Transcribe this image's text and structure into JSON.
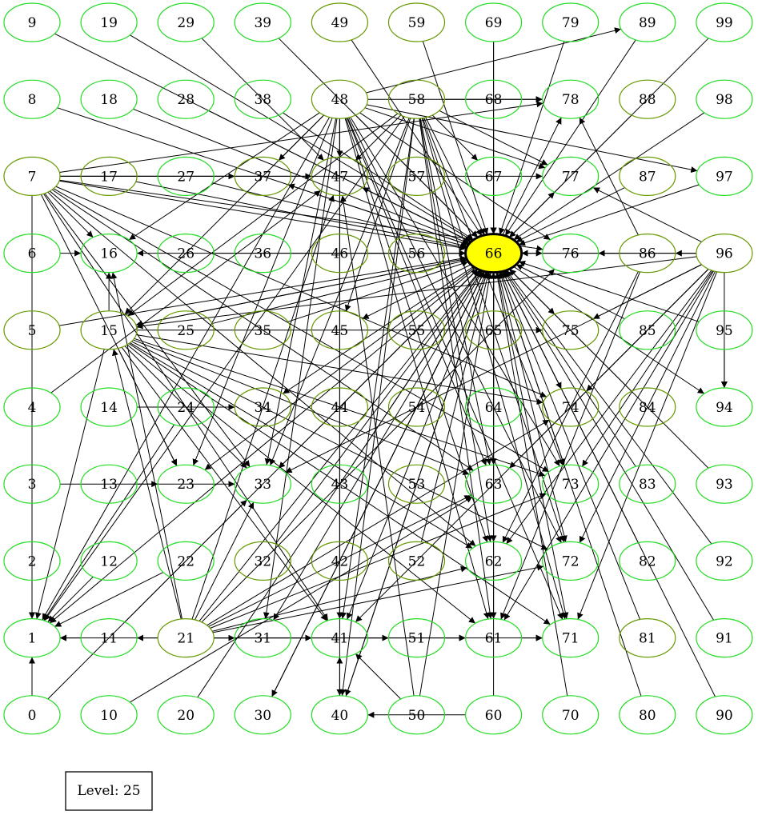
{
  "level_box": {
    "label": "Level: 25"
  },
  "colors": {
    "node_bright": "#22dd22",
    "node_olive": "#669900",
    "highlight_fill": "#ffff00",
    "edge": "#000000"
  },
  "grid": {
    "cols": 10,
    "rows": 10
  },
  "highlight_node": "66",
  "olive_nodes": [
    "59",
    "49",
    "88",
    "87",
    "7",
    "5",
    "17",
    "37",
    "47",
    "57",
    "15",
    "45",
    "35",
    "55",
    "65",
    "75",
    "25",
    "44",
    "54",
    "74",
    "84",
    "34",
    "53",
    "42",
    "52",
    "32",
    "81",
    "21",
    "46",
    "56",
    "86",
    "48",
    "58",
    "96"
  ],
  "nodes": [
    "0",
    "1",
    "2",
    "3",
    "4",
    "5",
    "6",
    "7",
    "8",
    "9",
    "10",
    "11",
    "12",
    "13",
    "14",
    "15",
    "16",
    "17",
    "18",
    "19",
    "20",
    "21",
    "22",
    "23",
    "24",
    "25",
    "26",
    "27",
    "28",
    "29",
    "30",
    "31",
    "32",
    "33",
    "34",
    "35",
    "36",
    "37",
    "38",
    "39",
    "40",
    "41",
    "42",
    "43",
    "44",
    "45",
    "46",
    "47",
    "48",
    "49",
    "50",
    "51",
    "52",
    "53",
    "54",
    "55",
    "56",
    "57",
    "58",
    "59",
    "60",
    "61",
    "62",
    "63",
    "64",
    "65",
    "66",
    "67",
    "68",
    "69",
    "70",
    "71",
    "72",
    "73",
    "74",
    "75",
    "76",
    "77",
    "78",
    "79",
    "80",
    "81",
    "82",
    "83",
    "84",
    "85",
    "86",
    "87",
    "88",
    "89",
    "90",
    "91",
    "92",
    "93",
    "94",
    "95",
    "96",
    "97",
    "98",
    "99"
  ],
  "edges": [
    [
      "66",
      "1"
    ],
    [
      "66",
      "15"
    ],
    [
      "66",
      "16"
    ],
    [
      "66",
      "23"
    ],
    [
      "66",
      "33"
    ],
    [
      "66",
      "34"
    ],
    [
      "66",
      "37"
    ],
    [
      "66",
      "41"
    ],
    [
      "66",
      "47"
    ],
    [
      "66",
      "61"
    ],
    [
      "66",
      "62"
    ],
    [
      "66",
      "63"
    ],
    [
      "66",
      "71"
    ],
    [
      "66",
      "72"
    ],
    [
      "66",
      "73"
    ],
    [
      "66",
      "74"
    ],
    [
      "66",
      "75"
    ],
    [
      "66",
      "76"
    ],
    [
      "66",
      "77"
    ],
    [
      "66",
      "78"
    ],
    [
      "66",
      "94"
    ],
    [
      "66",
      "45"
    ],
    [
      "66",
      "47"
    ],
    [
      "48",
      "1"
    ],
    [
      "48",
      "15"
    ],
    [
      "48",
      "16"
    ],
    [
      "48",
      "23"
    ],
    [
      "48",
      "31"
    ],
    [
      "48",
      "33"
    ],
    [
      "48",
      "37"
    ],
    [
      "48",
      "41"
    ],
    [
      "48",
      "47"
    ],
    [
      "48",
      "61"
    ],
    [
      "48",
      "62"
    ],
    [
      "48",
      "63"
    ],
    [
      "48",
      "66"
    ],
    [
      "48",
      "71"
    ],
    [
      "48",
      "72"
    ],
    [
      "48",
      "73"
    ],
    [
      "48",
      "76"
    ],
    [
      "48",
      "77"
    ],
    [
      "48",
      "78"
    ],
    [
      "48",
      "89"
    ],
    [
      "48",
      "97"
    ],
    [
      "58",
      "1"
    ],
    [
      "58",
      "15"
    ],
    [
      "58",
      "33"
    ],
    [
      "58",
      "41"
    ],
    [
      "58",
      "47"
    ],
    [
      "58",
      "61"
    ],
    [
      "58",
      "62"
    ],
    [
      "58",
      "63"
    ],
    [
      "58",
      "66"
    ],
    [
      "58",
      "67"
    ],
    [
      "58",
      "71"
    ],
    [
      "58",
      "72"
    ],
    [
      "58",
      "73"
    ],
    [
      "58",
      "77"
    ],
    [
      "58",
      "78"
    ],
    [
      "58",
      "45"
    ],
    [
      "7",
      "1"
    ],
    [
      "7",
      "16"
    ],
    [
      "7",
      "23"
    ],
    [
      "7",
      "33"
    ],
    [
      "7",
      "37"
    ],
    [
      "7",
      "41"
    ],
    [
      "7",
      "47"
    ],
    [
      "7",
      "62"
    ],
    [
      "7",
      "63"
    ],
    [
      "7",
      "66"
    ],
    [
      "7",
      "73"
    ],
    [
      "7",
      "74"
    ],
    [
      "7",
      "76"
    ],
    [
      "7",
      "77"
    ],
    [
      "7",
      "78"
    ],
    [
      "15",
      "1"
    ],
    [
      "15",
      "16"
    ],
    [
      "15",
      "23"
    ],
    [
      "15",
      "33"
    ],
    [
      "15",
      "41"
    ],
    [
      "15",
      "61"
    ],
    [
      "15",
      "62"
    ],
    [
      "15",
      "63"
    ],
    [
      "15",
      "66"
    ],
    [
      "15",
      "71"
    ],
    [
      "15",
      "72"
    ],
    [
      "15",
      "73"
    ],
    [
      "15",
      "74"
    ],
    [
      "15",
      "75"
    ],
    [
      "21",
      "1"
    ],
    [
      "21",
      "16"
    ],
    [
      "21",
      "33"
    ],
    [
      "21",
      "41"
    ],
    [
      "21",
      "47"
    ],
    [
      "21",
      "61"
    ],
    [
      "21",
      "62"
    ],
    [
      "21",
      "63"
    ],
    [
      "21",
      "66"
    ],
    [
      "21",
      "71"
    ],
    [
      "21",
      "72"
    ],
    [
      "21",
      "73"
    ],
    [
      "21",
      "74"
    ],
    [
      "21",
      "76"
    ],
    [
      "96",
      "15"
    ],
    [
      "96",
      "33"
    ],
    [
      "96",
      "41"
    ],
    [
      "96",
      "61"
    ],
    [
      "96",
      "62"
    ],
    [
      "96",
      "63"
    ],
    [
      "96",
      "66"
    ],
    [
      "96",
      "71"
    ],
    [
      "96",
      "72"
    ],
    [
      "96",
      "73"
    ],
    [
      "96",
      "74"
    ],
    [
      "96",
      "75"
    ],
    [
      "96",
      "76"
    ],
    [
      "96",
      "77"
    ],
    [
      "96",
      "94"
    ],
    [
      "86",
      "66"
    ],
    [
      "86",
      "78"
    ],
    [
      "86",
      "61"
    ],
    [
      "86",
      "62"
    ],
    [
      "6",
      "16"
    ],
    [
      "5",
      "66"
    ],
    [
      "2",
      "1"
    ],
    [
      "3",
      "33"
    ],
    [
      "4",
      "47"
    ],
    [
      "0",
      "33"
    ],
    [
      "10",
      "63"
    ],
    [
      "12",
      "1"
    ],
    [
      "13",
      "23"
    ],
    [
      "14",
      "34"
    ],
    [
      "20",
      "66"
    ],
    [
      "22",
      "1"
    ],
    [
      "24",
      "1"
    ],
    [
      "25",
      "66"
    ],
    [
      "26",
      "66"
    ],
    [
      "27",
      "66"
    ],
    [
      "28",
      "66"
    ],
    [
      "29",
      "47"
    ],
    [
      "30",
      "66"
    ],
    [
      "36",
      "66"
    ],
    [
      "38",
      "66"
    ],
    [
      "39",
      "66"
    ],
    [
      "40",
      "66"
    ],
    [
      "42",
      "66"
    ],
    [
      "44",
      "66"
    ],
    [
      "46",
      "66"
    ],
    [
      "49",
      "66"
    ],
    [
      "50",
      "66"
    ],
    [
      "52",
      "66"
    ],
    [
      "54",
      "66"
    ],
    [
      "55",
      "66"
    ],
    [
      "56",
      "66"
    ],
    [
      "57",
      "66"
    ],
    [
      "59",
      "66"
    ],
    [
      "60",
      "66"
    ],
    [
      "64",
      "66"
    ],
    [
      "65",
      "66"
    ],
    [
      "67",
      "66"
    ],
    [
      "68",
      "66"
    ],
    [
      "69",
      "66"
    ],
    [
      "70",
      "66"
    ],
    [
      "79",
      "66"
    ],
    [
      "80",
      "66"
    ],
    [
      "81",
      "66"
    ],
    [
      "82",
      "66"
    ],
    [
      "83",
      "66"
    ],
    [
      "84",
      "66"
    ],
    [
      "85",
      "66"
    ],
    [
      "87",
      "66"
    ],
    [
      "88",
      "66"
    ],
    [
      "90",
      "66"
    ],
    [
      "91",
      "66"
    ],
    [
      "92",
      "66"
    ],
    [
      "93",
      "66"
    ],
    [
      "95",
      "66"
    ],
    [
      "97",
      "66"
    ],
    [
      "98",
      "66"
    ],
    [
      "99",
      "66"
    ],
    [
      "9",
      "66"
    ],
    [
      "8",
      "66"
    ],
    [
      "18",
      "66"
    ],
    [
      "19",
      "66"
    ],
    [
      "17",
      "66"
    ],
    [
      "43",
      "66"
    ],
    [
      "53",
      "66"
    ],
    [
      "32",
      "66"
    ],
    [
      "35",
      "66"
    ],
    [
      "11",
      "66"
    ],
    [
      "89",
      "66"
    ],
    [
      "0",
      "1"
    ],
    [
      "60",
      "40"
    ],
    [
      "40",
      "41"
    ],
    [
      "50",
      "41"
    ],
    [
      "50",
      "47"
    ],
    [
      "21",
      "11"
    ],
    [
      "11",
      "1"
    ],
    [
      "21",
      "31"
    ],
    [
      "31",
      "41"
    ],
    [
      "41",
      "51"
    ],
    [
      "51",
      "61"
    ],
    [
      "61",
      "71"
    ],
    [
      "69",
      "66"
    ],
    [
      "95",
      "94"
    ],
    [
      "96",
      "86"
    ],
    [
      "86",
      "76"
    ],
    [
      "21",
      "15"
    ],
    [
      "66",
      "30"
    ],
    [
      "66",
      "40"
    ],
    [
      "66",
      "31"
    ],
    [
      "48",
      "40"
    ],
    [
      "58",
      "40"
    ],
    [
      "67",
      "66"
    ]
  ]
}
